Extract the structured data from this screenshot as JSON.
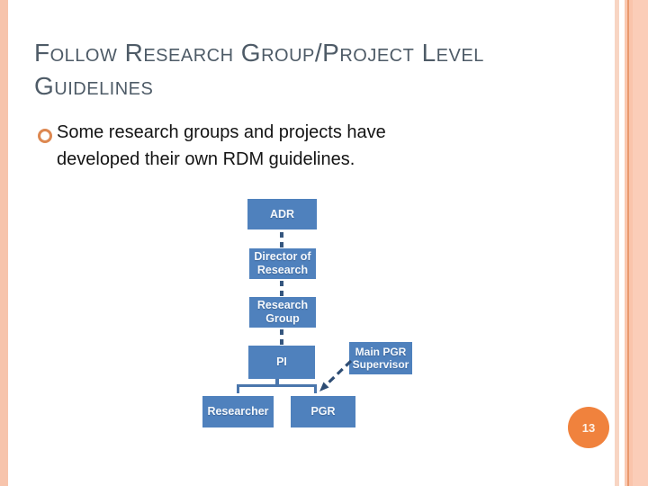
{
  "slide": {
    "title_line1": "Follow Research Group/Project Level",
    "title_line2": "Guidelines",
    "bullet_text": "Some research groups and projects have developed their own RDM guidelines.",
    "page_number": "13"
  },
  "org_chart": {
    "type": "org-chart",
    "nodes": [
      {
        "id": "adr",
        "label": "ADR"
      },
      {
        "id": "director-of-research",
        "label": "Director of Research"
      },
      {
        "id": "research-group",
        "label": "Research Group"
      },
      {
        "id": "pi",
        "label": "PI"
      },
      {
        "id": "main-pgr-supervisor",
        "label": "Main PGR Supervisor"
      },
      {
        "id": "researcher",
        "label": "Researcher"
      },
      {
        "id": "pgr",
        "label": "PGR"
      }
    ],
    "edges": [
      {
        "from": "adr",
        "to": "director-of-research",
        "style": "dashed"
      },
      {
        "from": "director-of-research",
        "to": "research-group",
        "style": "dashed"
      },
      {
        "from": "research-group",
        "to": "pi",
        "style": "dashed"
      },
      {
        "from": "pi",
        "to": "researcher",
        "style": "elbow"
      },
      {
        "from": "pi",
        "to": "pgr",
        "style": "elbow"
      },
      {
        "from": "main-pgr-supervisor",
        "to": "pgr",
        "style": "dashed-arrow"
      }
    ]
  },
  "colors": {
    "node_blue": "#4f81bd",
    "connector_blue": "#4a76ac",
    "dash_navy": "#35567e",
    "title_gray": "#4e5b67",
    "bullet_ring_orange": "#dd8851",
    "page_badge_orange": "#f0823d",
    "stripe_peach": "#f7c4ac",
    "stripe_accent": "#e9996e"
  }
}
